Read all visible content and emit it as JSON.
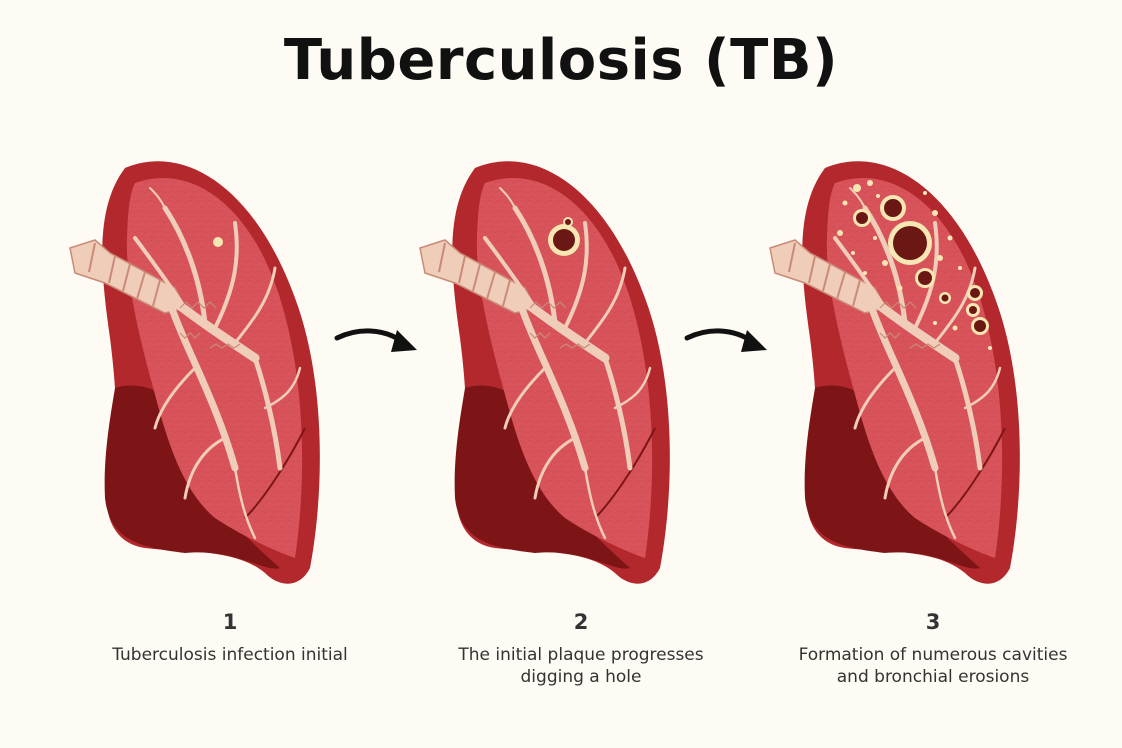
{
  "title": "Tuberculosis (TB)",
  "stages": [
    {
      "number": "1",
      "lines": [
        "Tuberculosis infection initial"
      ]
    },
    {
      "number": "2",
      "lines": [
        "The initial plaque progresses",
        "digging a hole"
      ]
    },
    {
      "number": "3",
      "lines": [
        "Formation of numerous cavities",
        "and bronchial erosions"
      ]
    }
  ],
  "colors": {
    "lung_outer": "#b3282c",
    "lung_inner": "#d8535a",
    "lung_dark": "#7d1516",
    "bronchi": "#f0cdb8",
    "cavity": "#6b1713",
    "lesion": "#f6e6b4",
    "arrow": "#111111"
  },
  "icons": [
    "lung-illustration",
    "arrow-right-icon"
  ]
}
